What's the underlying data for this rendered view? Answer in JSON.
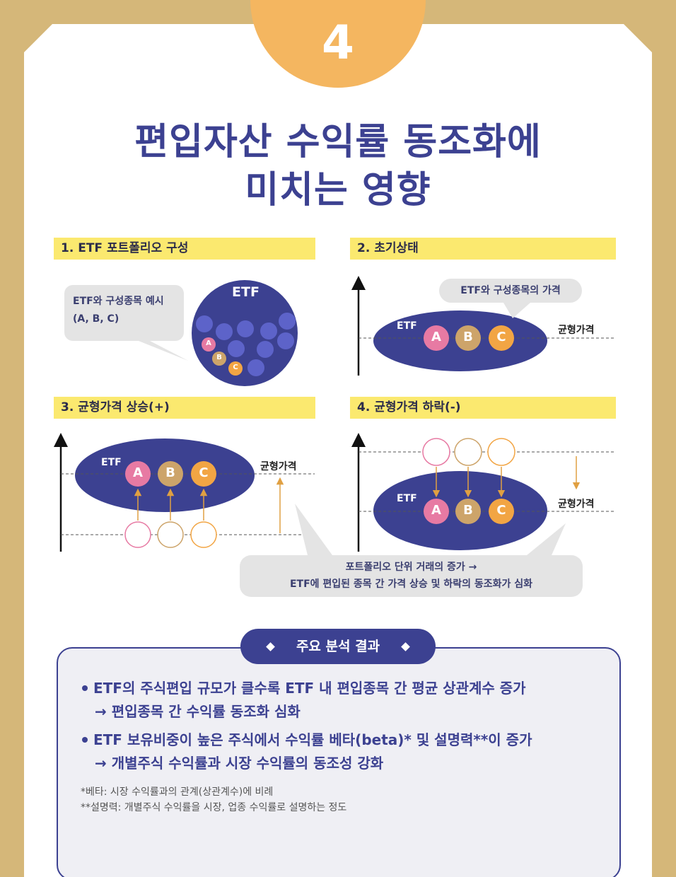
{
  "badge": {
    "number": "4"
  },
  "title": {
    "line1": "편입자산 수익률 동조화에",
    "line2": "미치는 영향"
  },
  "colors": {
    "background": "#d5b779",
    "badge": "#f4b660",
    "navy": "#3c4191",
    "circle_blue": "#5d63c9",
    "section_header": "#fbe96f",
    "bubble": "#e4e4e4",
    "stock_a": "#e77aa3",
    "stock_b": "#cda46a",
    "stock_c": "#f2a544",
    "arrow": "#e0a042"
  },
  "sections": {
    "s1": {
      "header": "1. ETF 포트폴리오 구성",
      "bubble_line1": "ETF와 구성종목 예시",
      "bubble_line2": "(A, B, C)",
      "etf_label": "ETF",
      "stock_a": "A",
      "stock_b": "B",
      "stock_c": "C"
    },
    "s2": {
      "header": "2. 초기상태",
      "bubble": "ETF와 구성종목의 가격",
      "etf_label": "ETF",
      "stock_a": "A",
      "stock_b": "B",
      "stock_c": "C",
      "eq_label": "균형가격"
    },
    "s3": {
      "header": "3. 균형가격 상승(+)",
      "etf_label": "ETF",
      "stock_a": "A",
      "stock_b": "B",
      "stock_c": "C",
      "eq_label": "균형가격"
    },
    "s4": {
      "header": "4. 균형가격 하락(-)",
      "etf_label": "ETF",
      "stock_a": "A",
      "stock_b": "B",
      "stock_c": "C",
      "eq_label": "균형가격"
    }
  },
  "summary_bubble": {
    "line1": "포트폴리오 단위 거래의 증가 →",
    "line2": "ETF에 편입된 종목 간 가격 상승 및 하락의 동조화가 심화"
  },
  "results": {
    "pill": "주요 분석 결과",
    "bullet1": "ETF의 주식편입 규모가 클수록 ETF 내 편입종목 간 평균 상관계수 증가",
    "bullet1_sub": "→ 편입종목 간 수익률 동조화 심화",
    "bullet2": "ETF 보유비중이 높은 주식에서 수익률 베타(beta)* 및 설명력**이 증가",
    "bullet2_sub": "→ 개별주식 수익률과 시장 수익률의 동조성 강화",
    "note1": "*베타: 시장 수익률과의 관계(상관계수)에 비례",
    "note2": "**설명력: 개별주식 수익률을 시장, 업종 수익률로 설명하는 정도"
  }
}
